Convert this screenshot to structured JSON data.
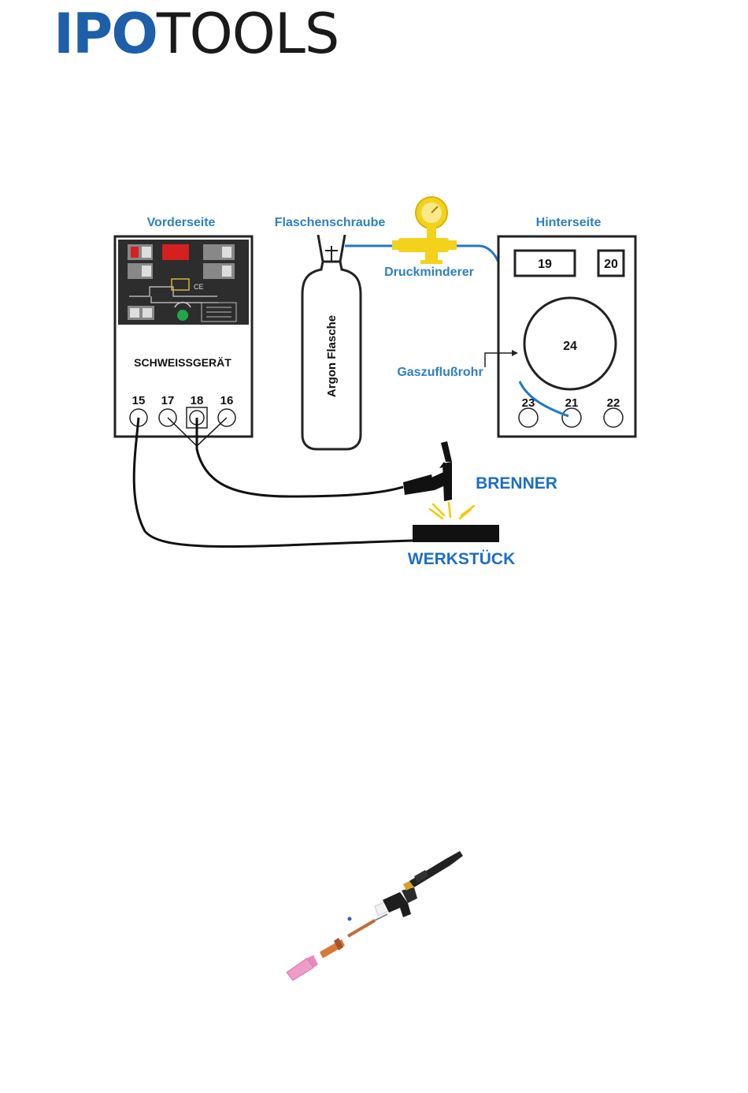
{
  "header": {
    "logo_ipo": "IPO",
    "logo_tools": "TOOLS"
  },
  "diagram": {
    "labels": {
      "front": "Vorderseite",
      "bottle_screw": "Flaschenschraube",
      "back": "Hinterseite",
      "regulator": "Druckminderer",
      "gas_pipe": "Gaszuflußrohr",
      "machine": "SCHWEISSGERÄT",
      "bottle": "Argon Flasche",
      "torch": "BRENNER",
      "workpiece": "WERKSTÜCK"
    },
    "front_terminals": [
      "15",
      "17",
      "18",
      "16"
    ],
    "back_numbers": {
      "box_left": "19",
      "box_right": "20",
      "circle": "24",
      "sockets": [
        "23",
        "21",
        "22"
      ]
    },
    "colors": {
      "blue_label": "#2f7fc1",
      "torch_blue": "#1d6fc0",
      "gas_hose": "#1f78c8",
      "regulator_yellow": "#f2d21b",
      "spark_yellow": "#f5c800",
      "panel_dark": "#2d2d2d",
      "display_red": "#d42020",
      "knob_green": "#1fa84a"
    }
  }
}
